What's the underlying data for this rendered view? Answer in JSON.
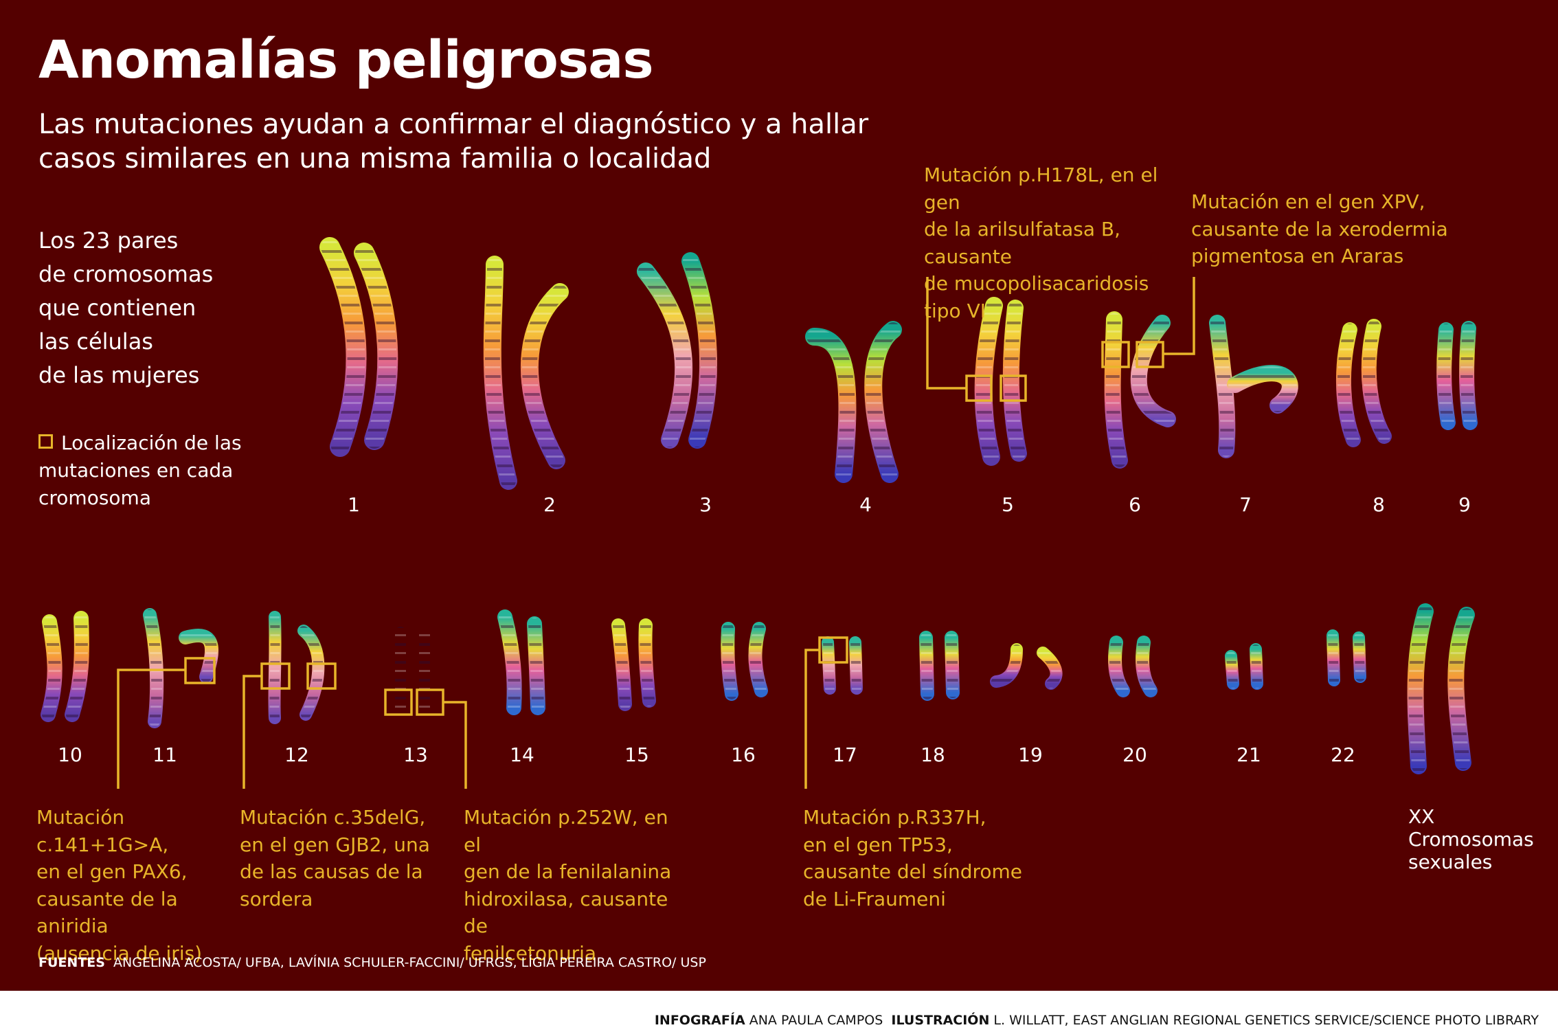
{
  "title": "Anomalías peligrosas",
  "subtitle": "Las mutaciones ayudan a confirmar el diagnóstico y a hallar casos similares en una misma familia o localidad",
  "intro_lines": [
    "Los 23 pares",
    "de cromosomas",
    "que contienen",
    "las células",
    "de las mujeres"
  ],
  "legend": "Localización de las mutaciones en cada cromosoma",
  "chromosome_labels": [
    "1",
    "2",
    "3",
    "4",
    "5",
    "6",
    "7",
    "8",
    "9",
    "10",
    "11",
    "12",
    "13",
    "14",
    "15",
    "16",
    "17",
    "18",
    "19",
    "20",
    "21",
    "22"
  ],
  "sex_chromosomes": {
    "code": "XX",
    "line1": "Cromosomas",
    "line2": "sexuales"
  },
  "mutations": {
    "m5_lines": [
      "Mutación p.H178L, en el gen",
      "de la arilsulfatasa B, causante",
      "de mucopolisacaridosis",
      "tipo VI"
    ],
    "m6_lines": [
      "Mutación en el gen XPV,",
      "causante de la xerodermia",
      "pigmentosa en Araras"
    ],
    "m11_lines": [
      "Mutación c.141+1G>A,",
      "en el gen PAX6,",
      "causante de la aniridia",
      "(ausencia de iris)"
    ],
    "m12_lines": [
      "Mutación c.35delG,",
      "en el gen GJB2, una",
      "de las causas de la",
      "sordera"
    ],
    "m13_lines": [
      "Mutación p.252W, en el",
      "gen de la fenilalanina",
      "hidroxilasa, causante de",
      "fenilcetonuria"
    ],
    "m17_lines": [
      "Mutación p.R337H,",
      "en el gen TP53,",
      "causante del síndrome",
      "de Li-Fraumeni"
    ]
  },
  "sources": {
    "label": "FUENTES",
    "text": "ANGELINA ACOSTA/ UFBA, LAVÍNIA SCHULER-FACCINI/ UFRGS, LÍGIA PEREIRA CASTRO/ USP"
  },
  "credits": {
    "infographic_label": "INFOGRAFÍA",
    "infographic_name": "ANA PAULA CAMPOS",
    "illustration_label": "ILUSTRACIÓN",
    "illustration_name": "L. WILLATT, EAST ANGLIAN REGIONAL GENETICS SERVICE/SCIENCE PHOTO LIBRARY"
  },
  "colors": {
    "background": "#540000",
    "accent": "#e8b52a",
    "text": "#ffffff"
  }
}
